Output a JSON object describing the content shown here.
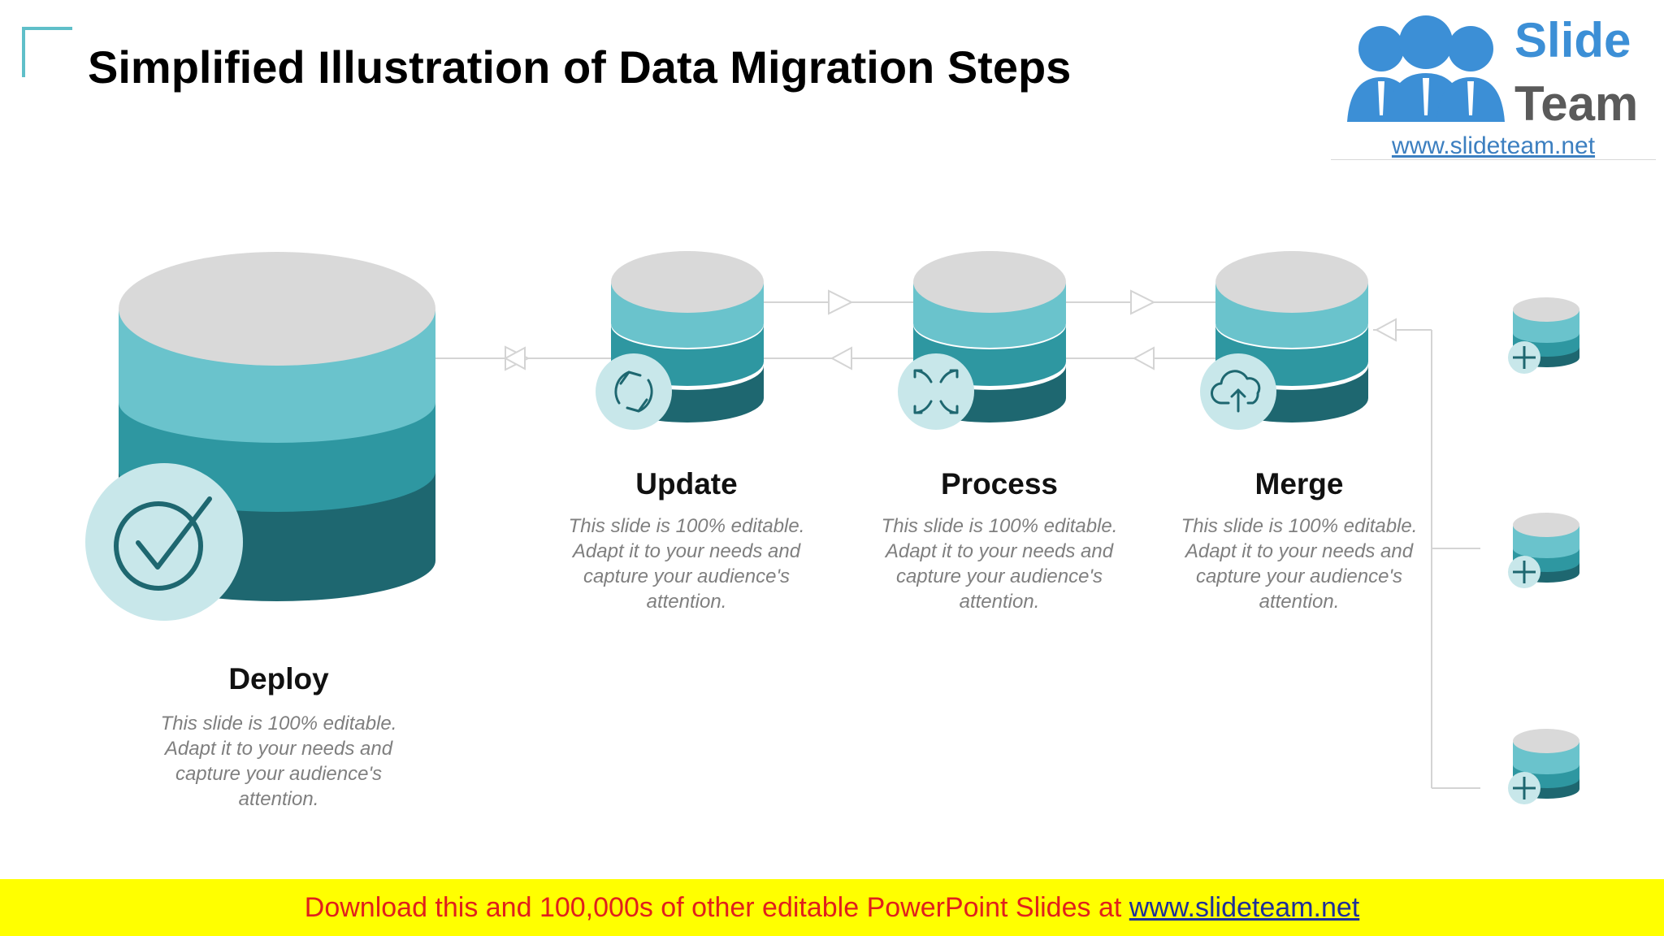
{
  "header": {
    "title": "Simplified Illustration of Data Migration Steps"
  },
  "logo": {
    "word1": "Slide",
    "word2": "Team",
    "url": "www.slideteam.net"
  },
  "steps": [
    {
      "id": "deploy",
      "title": "Deploy",
      "icon": "checkmark-icon",
      "description": "This slide is 100% editable. Adapt it to your needs and capture your audience's attention."
    },
    {
      "id": "update",
      "title": "Update",
      "icon": "refresh-icon",
      "description": "This slide is 100% editable. Adapt it to your needs and capture your audience's attention."
    },
    {
      "id": "process",
      "title": "Process",
      "icon": "expand-arrows-icon",
      "description": "This slide is 100% editable. Adapt it to your needs and capture your audience's attention."
    },
    {
      "id": "merge",
      "title": "Merge",
      "icon": "cloud-upload-icon",
      "description": "This slide is 100% editable. Adapt it to your needs and capture your audience's attention."
    }
  ],
  "sources": [
    {
      "icon": "plus-icon"
    },
    {
      "icon": "plus-icon"
    },
    {
      "icon": "plus-icon"
    }
  ],
  "footer": {
    "text": "Download this and 100,000s of other editable PowerPoint Slides at ",
    "link": "www.slideteam.net"
  },
  "colors": {
    "db_top": "#d9d9d9",
    "db_band1": "#6ac3cc",
    "db_band2": "#2e97a1",
    "db_band3": "#1e6770",
    "icon_bg": "#c8e7ea",
    "icon_stroke": "#1e6770",
    "footer_bg": "#ffff00",
    "footer_text": "#e0201c"
  }
}
